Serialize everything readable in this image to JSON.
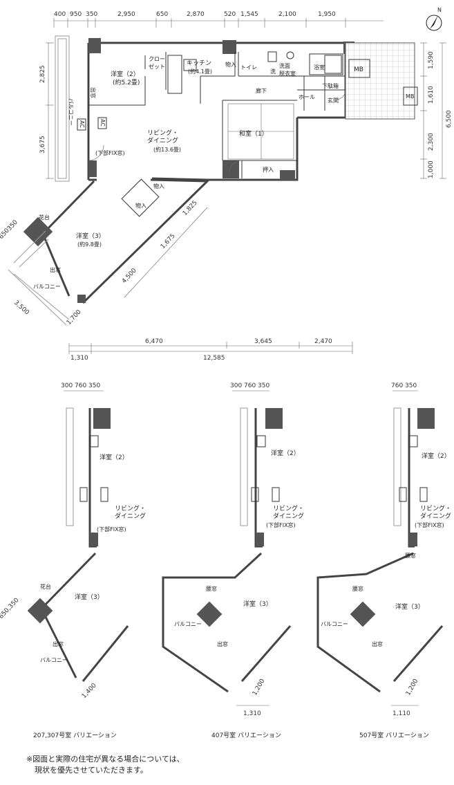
{
  "compass": {
    "label": "N"
  },
  "top_dims": [
    "400",
    "950",
    "350",
    "2,950",
    "650",
    "2,870",
    "520",
    "1,545",
    "2,100",
    "1,950"
  ],
  "left_dims": [
    "2,825",
    "3,675"
  ],
  "right_dims": [
    "1,590",
    "1,610",
    "2,300",
    "1,000"
  ],
  "right_total": "6,500",
  "diag_dims": [
    "1,825",
    "1,675",
    "4,500",
    "1,700",
    "3,500",
    "650",
    "350"
  ],
  "bottom_dims": {
    "row1": [
      "6,470",
      "3,645",
      "2,470"
    ],
    "row2": [
      "1,310",
      "12,585"
    ]
  },
  "rooms": {
    "youshitsu2": "洋室（2）",
    "youshitsu2_area": "(約5.2畳)",
    "closet": "クロー\nゼット",
    "kitchen": "キッチン",
    "kitchen_area": "(約4.1畳)",
    "monoire": "物入",
    "toilet": "トイレ",
    "sen": "洗",
    "senmen": "洗面\n脱衣室",
    "yokushitsu": "浴室",
    "mb": "MB",
    "getabako": "下駄箱",
    "genkan": "玄関",
    "hall": "ホール",
    "rouka": "廊下",
    "balcony": "バルコニー",
    "living": "リビング・\nダイニング",
    "living_area": "(約13.6畳)",
    "kabu_fix": "(下部FIX窓)",
    "washitsu": "和室（1）",
    "oshiire": "押入",
    "youshitsu3": "洋室（3）",
    "youshitsu3_area": "(約9.8畳)",
    "kadai": "花台",
    "demado": "出窓",
    "koshimado": "腰窓",
    "ac": "AC"
  },
  "variants": [
    {
      "caption": "207,307号室 バリエーション",
      "dims": [
        "300",
        "760",
        "350"
      ],
      "bottom": "1,400",
      "side": "650,350"
    },
    {
      "caption": "407号室 バリエーション",
      "dims": [
        "300",
        "760",
        "350"
      ],
      "bottom": "1,200",
      "under": "1,310"
    },
    {
      "caption": "507号室 バリエーション",
      "dims": [
        "760",
        "350"
      ],
      "bottom": "1,200",
      "under": "1,110"
    }
  ],
  "note": {
    "line1": "※図面と実際の住宅が異なる場合については、",
    "line2": "現状を優先させていただきます。"
  }
}
